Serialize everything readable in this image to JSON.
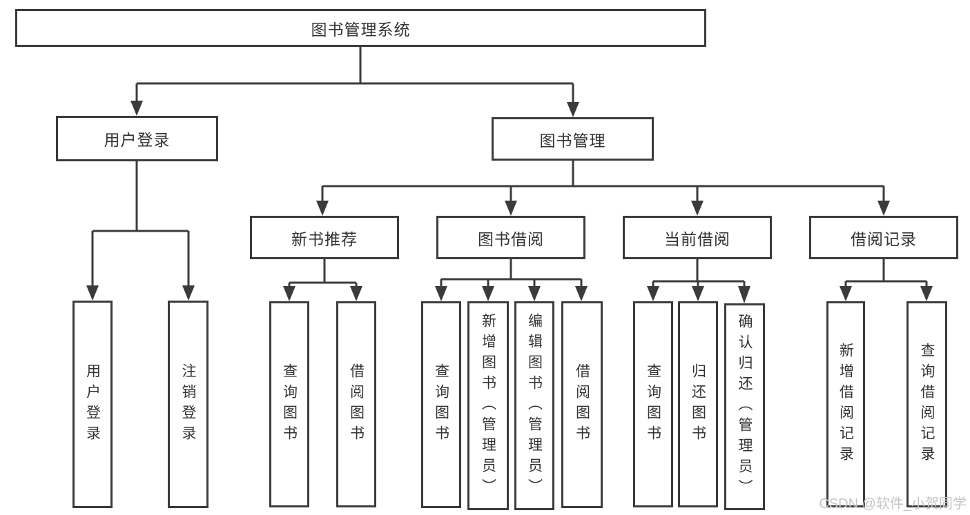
{
  "diagram": {
    "root": "图书管理系统",
    "level2": {
      "user_login": "用户登录",
      "book_mgmt": "图书管理"
    },
    "level3": {
      "new_books": "新书推荐",
      "borrowing": "图书借阅",
      "current": "当前借阅",
      "records": "借阅记录"
    },
    "leaves": {
      "user_login": [
        "用户登录",
        "注销登录"
      ],
      "new_books": [
        "查询图书",
        "借阅图书"
      ],
      "borrowing": [
        "查询图书",
        "新增图书（管理员）",
        "编辑图书（管理员）",
        "借阅图书"
      ],
      "current": [
        "查询图书",
        "归还图书",
        "确认归还（管理员）"
      ],
      "records": [
        "新增借阅记录",
        "查询借阅记录"
      ]
    }
  },
  "watermark": "CSDN @软件_小贺同学",
  "colors": {
    "line": "#3b3b3b",
    "text": "#333333",
    "watermark": "#c4c4c4",
    "background": "#ffffff"
  }
}
